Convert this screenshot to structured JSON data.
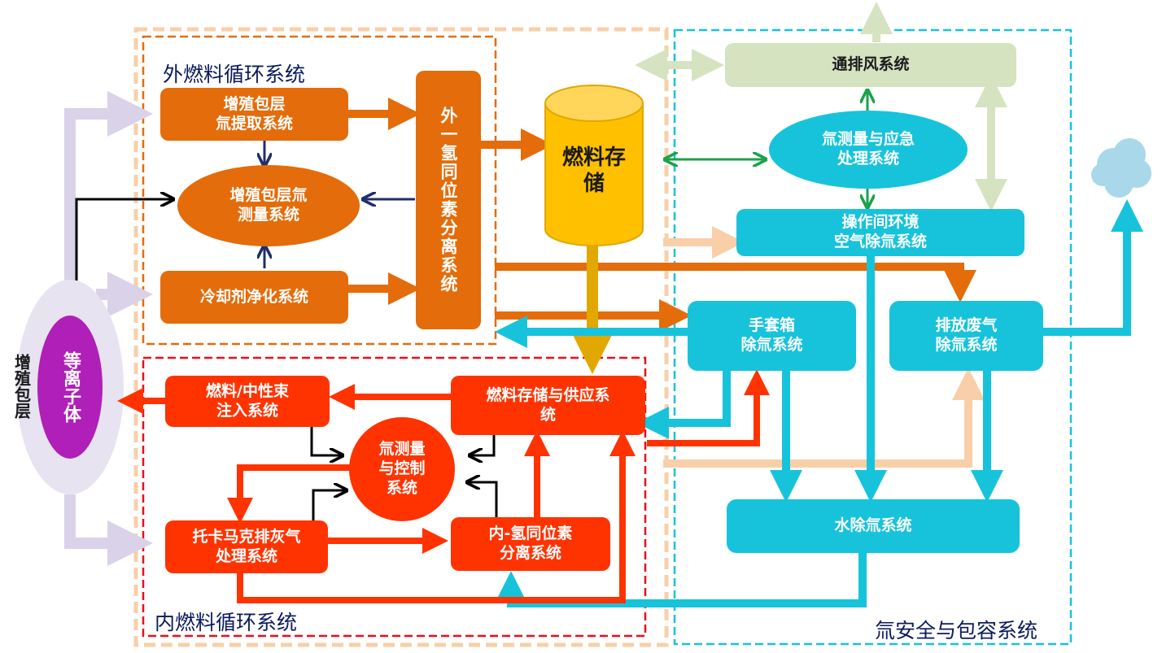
{
  "titles": {
    "outer": "外燃料循环系统",
    "inner": "内燃料循环系统",
    "safety": "氚安全与包容系统"
  },
  "boxes": {
    "blanket_extract": "增殖包层\n氚提取系统",
    "blanket_measure": "增殖包层氚\n测量系统",
    "coolant": "冷却剂净化系统",
    "outer_isotope": "外一氢同位素分离系统",
    "fuel_storage": "燃料存\n储",
    "vent": "通排风系统",
    "tritium_emergency": "氚测量与应急\n处理系统",
    "room_air": "操作间环境\n空气除氚系统",
    "glovebox": "手套箱\n除氚系统",
    "exhaust": "排放废气\n除氚系统",
    "water": "水除氚系统",
    "fuel_injection": "燃料/中性束\n注入系统",
    "storage_supply": "燃料存储与供应系\n统",
    "tritium_control": "氚测量\n与控制\n系统",
    "tokamak_exhaust": "托卡马克排灰气\n处理系统",
    "inner_isotope": "内-氢同位素\n分离系统"
  },
  "plasma": {
    "outer_label": "增殖包层",
    "inner_label": "等离子体"
  },
  "colors": {
    "orange": "#e46c0a",
    "red": "#ff3300",
    "cyan": "#17c3db",
    "gold": "#ffc000",
    "sage": "#d5e3c0",
    "lavender": "#d9d2e9",
    "purple": "#b01fb8",
    "green": "#1aa34a",
    "navy": "#1f2f6b"
  }
}
